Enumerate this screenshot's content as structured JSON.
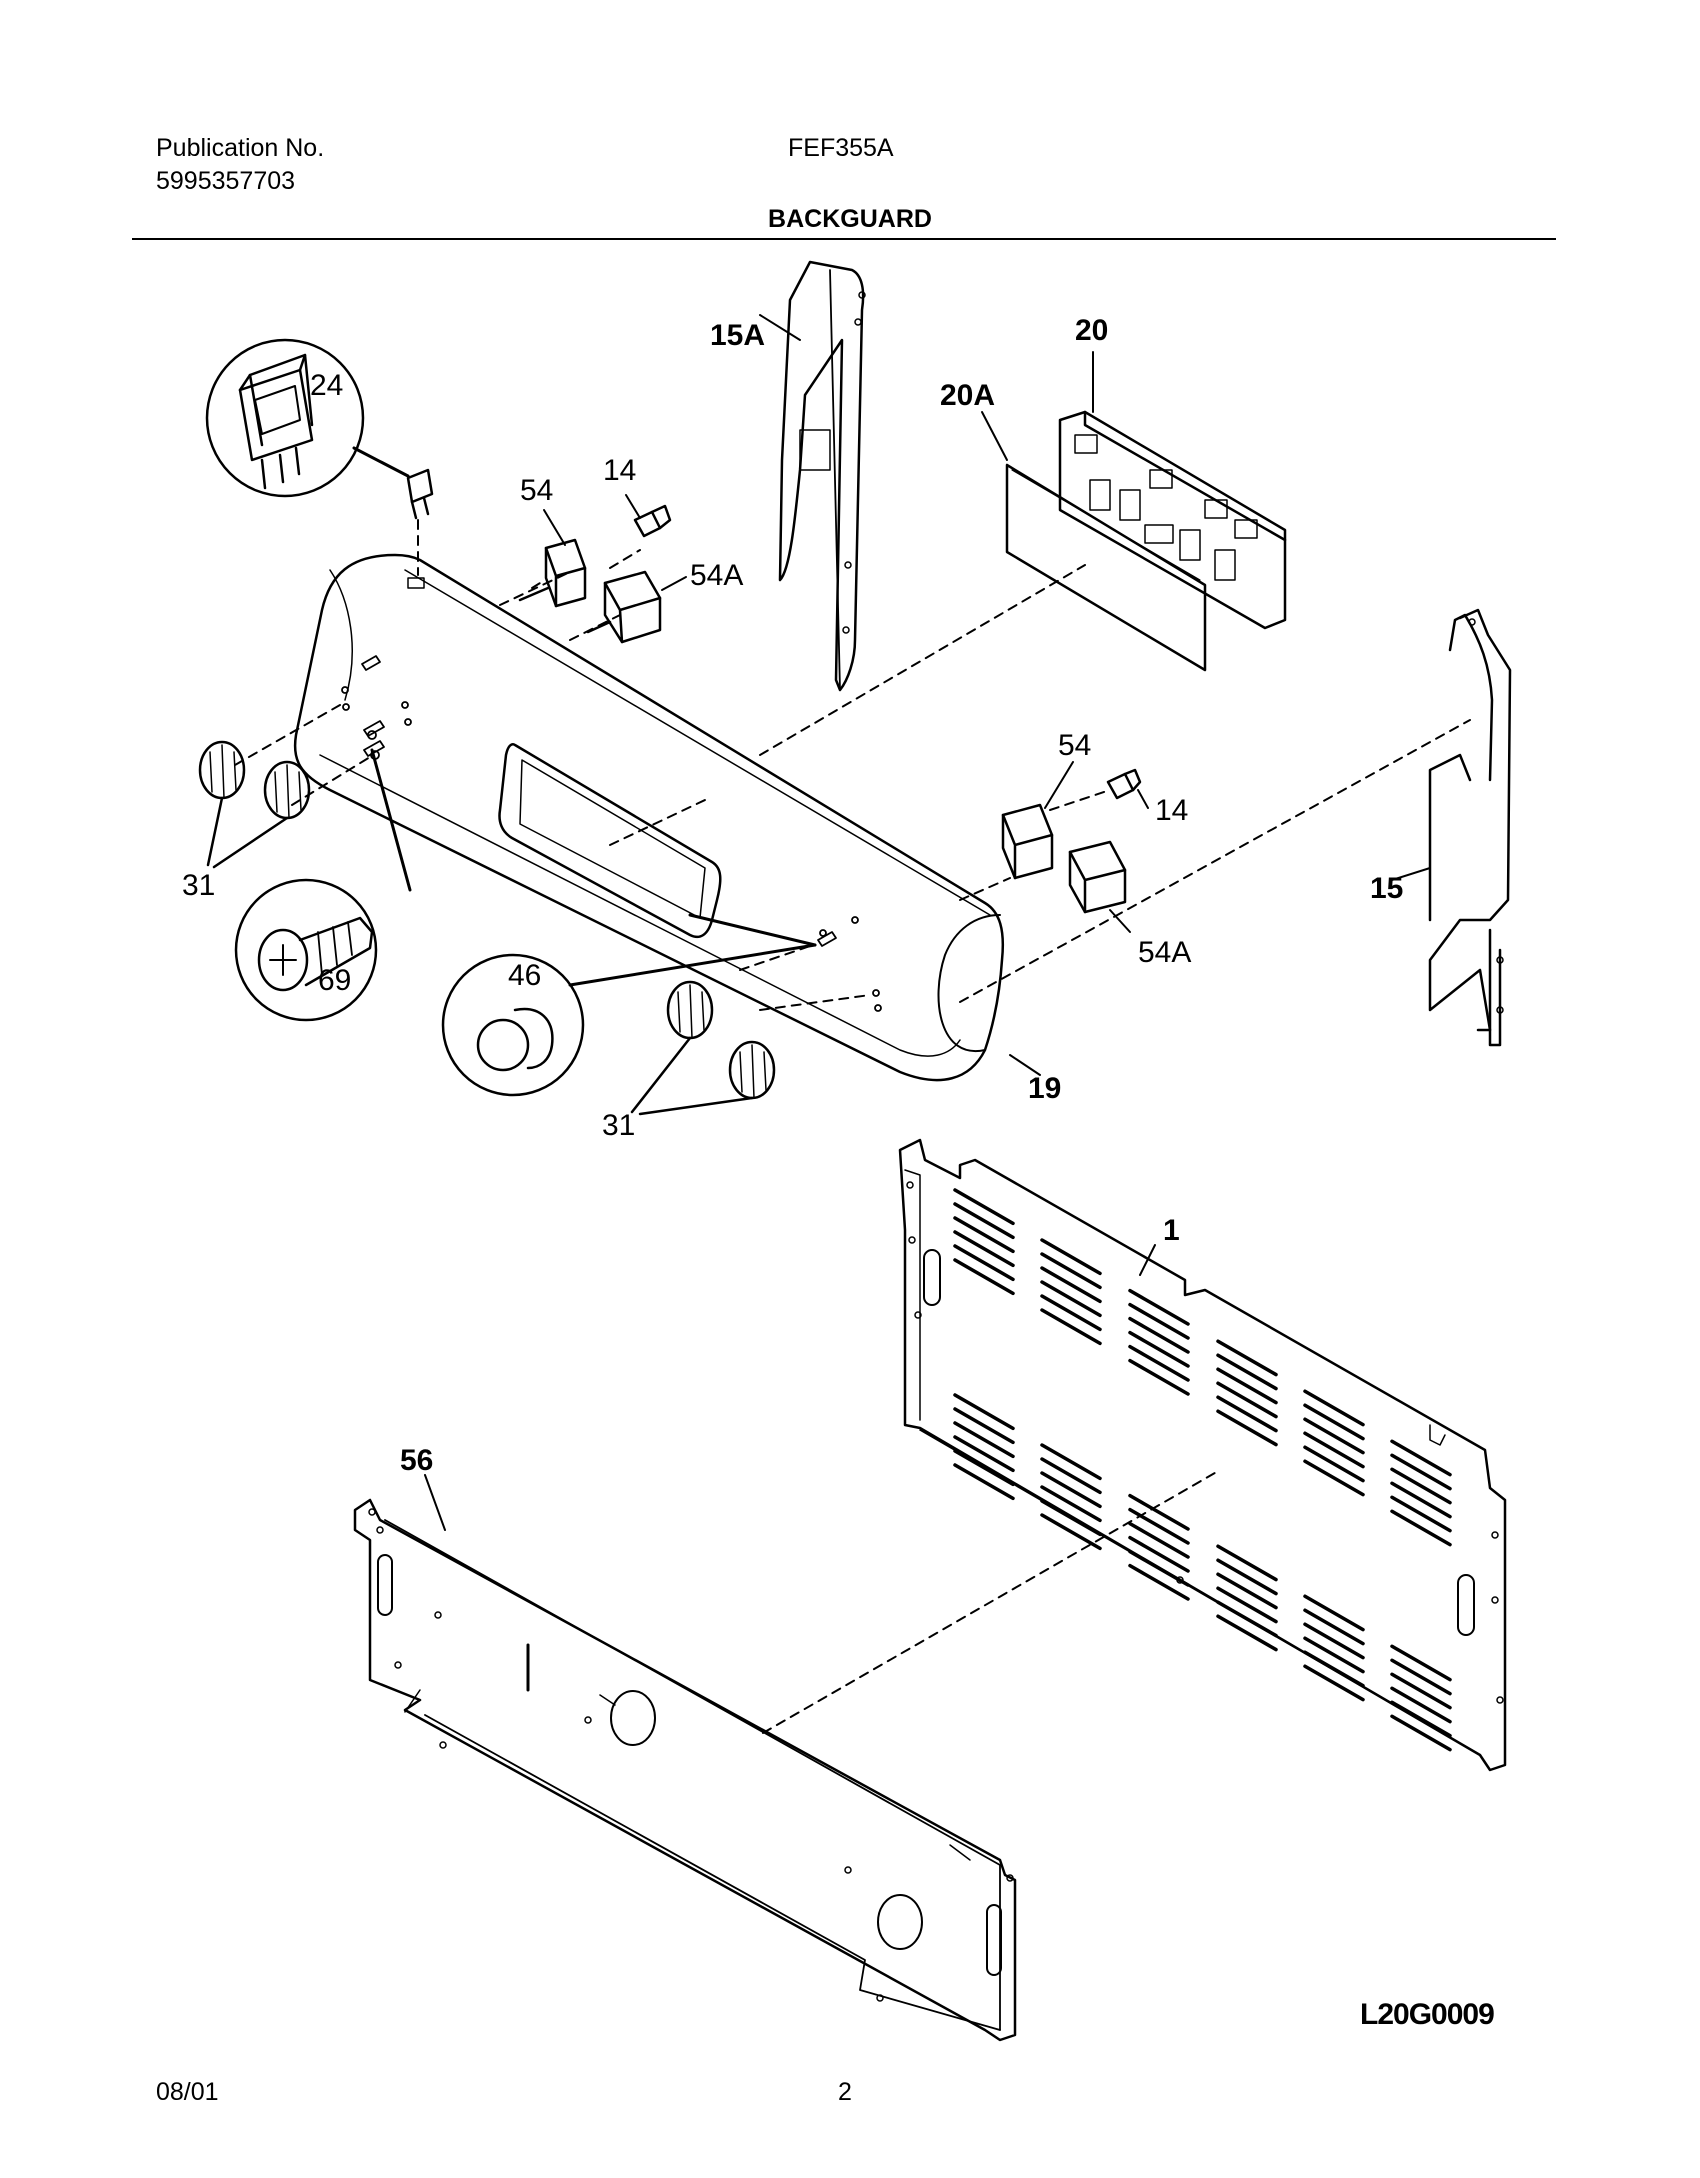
{
  "header": {
    "publication_label": "Publication No.",
    "publication_number": "5995357703",
    "model": "FEF355A",
    "section_title": "BACKGUARD"
  },
  "callouts": {
    "c24": "24",
    "c54a": "54",
    "c14a": "14",
    "c54Aa": "54A",
    "c15A": "15A",
    "c20A": "20A",
    "c20": "20",
    "c31a": "31",
    "c69": "69",
    "c46": "46",
    "c54b": "54",
    "c14b": "14",
    "c54Ab": "54A",
    "c15": "15",
    "c19": "19",
    "c31b": "31",
    "c1": "1",
    "c56": "56"
  },
  "drawing_code": "L20G0009",
  "footer": {
    "date": "08/01",
    "page": "2"
  }
}
